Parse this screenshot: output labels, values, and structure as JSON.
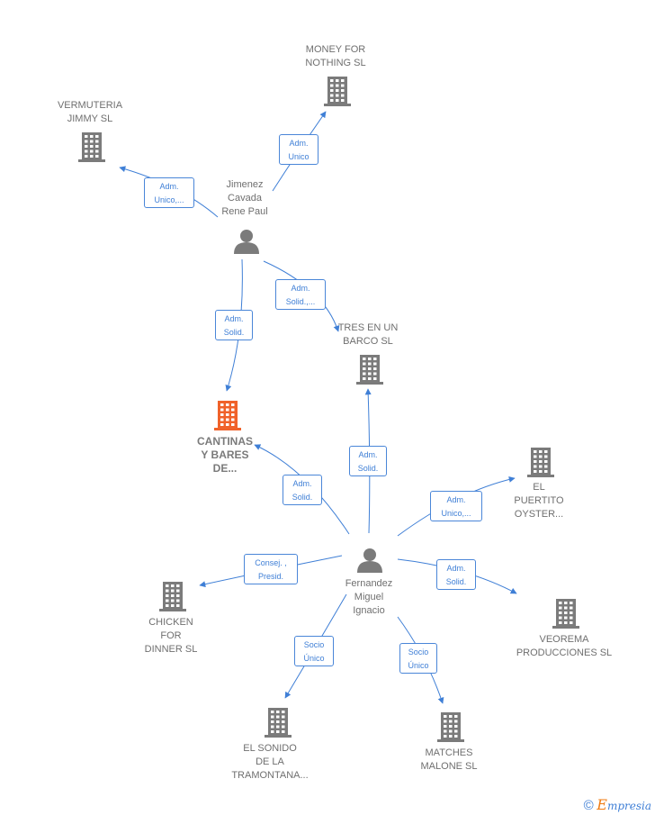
{
  "nodes": {
    "money_for_nothing": {
      "label": "MONEY FOR\nNOTHING  SL",
      "type": "company"
    },
    "vermuteria_jimmy": {
      "label": "VERMUTERIA\nJIMMY  SL",
      "type": "company"
    },
    "jimenez": {
      "label": "Jimenez\nCavada\nRene Paul",
      "type": "person"
    },
    "tres_en_un_barco": {
      "label": "TRES EN UN\nBARCO  SL",
      "type": "company"
    },
    "cantinas": {
      "label": "CANTINAS\nY BARES\nDE...",
      "type": "company-main"
    },
    "el_puertito": {
      "label": "EL\nPUERTITO\nOYSTER...",
      "type": "company"
    },
    "fernandez": {
      "label": "Fernandez\nMiguel\nIgnacio",
      "type": "person"
    },
    "chicken": {
      "label": "CHICKEN\nFOR\nDINNER  SL",
      "type": "company"
    },
    "veorema": {
      "label": "VEOREMA\nPRODUCCIONES SL",
      "type": "company"
    },
    "el_sonido": {
      "label": "EL SONIDO\nDE LA\nTRAMONTANA...",
      "type": "company"
    },
    "matches_malone": {
      "label": "MATCHES\nMALONE  SL",
      "type": "company"
    }
  },
  "edges": [
    {
      "id": "e1",
      "from": "jimenez",
      "to": "money_for_nothing",
      "label": "Adm.\nUnico"
    },
    {
      "id": "e2",
      "from": "jimenez",
      "to": "vermuteria_jimmy",
      "label": "Adm.\nUnico,..."
    },
    {
      "id": "e3",
      "from": "jimenez",
      "to": "tres_en_un_barco",
      "label": "Adm.\nSolid.,..."
    },
    {
      "id": "e4",
      "from": "jimenez",
      "to": "cantinas",
      "label": "Adm.\nSolid."
    },
    {
      "id": "e5",
      "from": "fernandez",
      "to": "tres_en_un_barco",
      "label": "Adm.\nSolid."
    },
    {
      "id": "e6",
      "from": "fernandez",
      "to": "cantinas",
      "label": "Adm.\nSolid."
    },
    {
      "id": "e7",
      "from": "fernandez",
      "to": "el_puertito",
      "label": "Adm.\nUnico,..."
    },
    {
      "id": "e8",
      "from": "fernandez",
      "to": "chicken",
      "label": "Consej. ,\nPresid."
    },
    {
      "id": "e9",
      "from": "fernandez",
      "to": "veorema",
      "label": "Adm.\nSolid."
    },
    {
      "id": "e10",
      "from": "fernandez",
      "to": "el_sonido",
      "label": "Socio\nÚnico"
    },
    {
      "id": "e11",
      "from": "fernandez",
      "to": "matches_malone",
      "label": "Socio\nÚnico"
    }
  ],
  "colors": {
    "edge": "#3f7fd6",
    "icon": "#7b7b7b",
    "main_icon": "#f0622a",
    "label": "#6f6f6f"
  },
  "footer": {
    "copyright": "©",
    "brand_initial": "E",
    "brand_rest": "mpresia"
  }
}
